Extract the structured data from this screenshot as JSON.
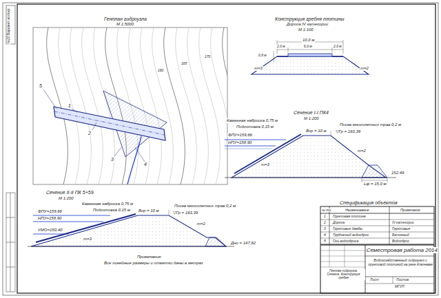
{
  "diagram": {
    "labels": [
      "№22 Вариант водохр.",
      "Генплан гидроузла",
      "М 1:5000",
      "5",
      "1",
      "2",
      "3",
      "4",
      "160",
      "165",
      "170",
      "Конструкция гребня плотины",
      "Дорога IV категории",
      "М 1:100",
      "10,0 м",
      "2,0 м",
      "6,0 м",
      "2,0 м",
      "0,8 м",
      "m=3",
      "m=2",
      "Сечение I-I ПК4",
      "М 1:200",
      "Каменная наброска 0,75 м",
      "Подготовка 0,15 м",
      "ФПУ=159,66",
      "НПУ=158,90",
      "Bгр = 10 м",
      "▽Гр = 163,39",
      "Посев многолетних трав 0,2 м",
      "m=3",
      "m=2",
      "152,49",
      "Lф = 15,0 м",
      "Сечение II-II ПК 5+59",
      "М 1:200",
      "Каменная наброска 0,75 м",
      "Подготовка 0,15 м",
      "ФПУ=159,66",
      "НПУ=158,90",
      "УМО=150,40",
      "Bгр = 10 м",
      "▽Гр = 163,39",
      "Посев многолетних трав 0,2 м",
      "m=3",
      "m=2",
      "Дно = 147,62",
      "Примечание",
      "Все линейные размеры и отметки даны в метрах",
      "Спецификация объектов",
      "№ поз.",
      "Наименование",
      "Примечание",
      "1",
      "Грунтовая плотина",
      "2",
      "Дорога",
      "IV категории",
      "3",
      "Грунтовые дамбы",
      "Грунтовые",
      "4",
      "Трубчатый водосброс",
      "Бетонный",
      "5",
      "Ось водосброса",
      "Водосброс",
      "Семестровая работа 2014",
      "Водохозяйственный гидроузел с грунтовой плотиной на реке Ключевая",
      "Генплан гидроузла. Сечения. Конструкция гребня",
      "Лист",
      "Листов",
      "МГУП"
    ]
  }
}
